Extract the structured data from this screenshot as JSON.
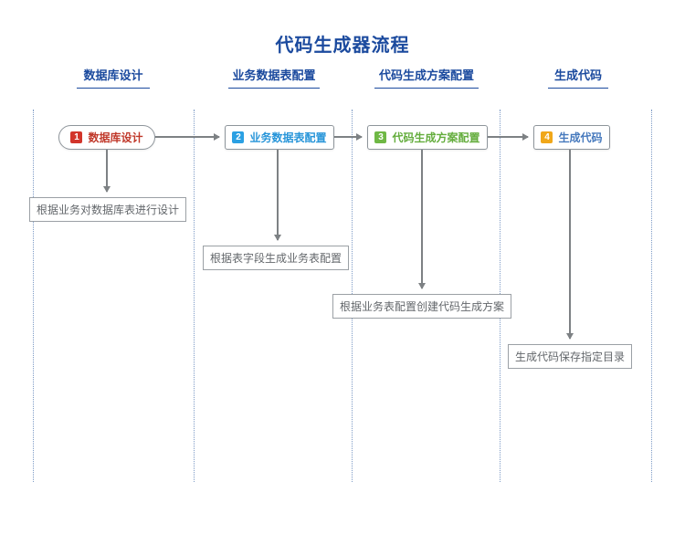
{
  "title": "代码生成器流程",
  "columns": [
    {
      "header": "数据库设计"
    },
    {
      "header": "业务数据表配置"
    },
    {
      "header": "代码生成方案配置"
    },
    {
      "header": "生成代码"
    }
  ],
  "nodes": [
    {
      "num": "1",
      "label": "数据库设计",
      "shape": "stadium",
      "badge_color": "#d2352b",
      "text_color": "#c0392b"
    },
    {
      "num": "2",
      "label": "业务数据表配置",
      "shape": "rectangle",
      "badge_color": "#2ba0e3",
      "text_color": "#2795d9"
    },
    {
      "num": "3",
      "label": "代码生成方案配置",
      "shape": "rectangle",
      "badge_color": "#6fb845",
      "text_color": "#64ad3d"
    },
    {
      "num": "4",
      "label": "生成代码",
      "shape": "rectangle",
      "badge_color": "#f0a719",
      "text_color": "#4679bd"
    }
  ],
  "notes": [
    "根据业务对数据库表进行设计",
    "根据表字段生成业务表配置",
    "根据业务表配置创建代码生成方案",
    "生成代码保存指定目录"
  ],
  "colors": {
    "heading_blue": "#1b4a9e",
    "lane_line": "#7e9bc6",
    "arrow_gray": "#7d8184",
    "box_border": "#9ba0a5",
    "note_text": "#63676b"
  }
}
